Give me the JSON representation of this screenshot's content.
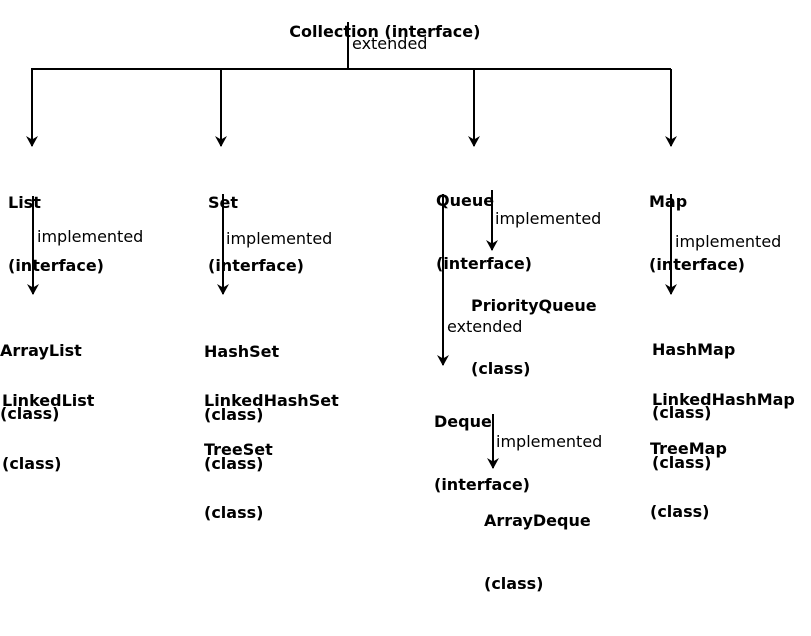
{
  "nodes": {
    "collection": {
      "name": "Collection",
      "kind": "(interface)"
    },
    "list": {
      "name": "List",
      "kind": "(interface)"
    },
    "set": {
      "name": "Set",
      "kind": "(interface)"
    },
    "queue": {
      "name": "Queue",
      "kind": "(interface)"
    },
    "map": {
      "name": "Map",
      "kind": "(interface)"
    },
    "arraylist": {
      "name": "ArrayList",
      "kind": "(class)"
    },
    "linkedlist": {
      "name": "LinkedList",
      "kind": "(class)"
    },
    "hashset": {
      "name": "HashSet",
      "kind": "(class)"
    },
    "linkedhashset": {
      "name": "LinkedHashSet",
      "kind": "(class)"
    },
    "treeset": {
      "name": "TreeSet",
      "kind": "(class)"
    },
    "priorityqueue": {
      "name": "PriorityQueue",
      "kind": "(class)"
    },
    "deque": {
      "name": "Deque",
      "kind": "(interface)"
    },
    "arraydeque": {
      "name": "ArrayDeque",
      "kind": "(class)"
    },
    "hashmap": {
      "name": "HashMap",
      "kind": "(class)"
    },
    "linkedhashmap": {
      "name": "LinkedHashMap",
      "kind": "(class)"
    },
    "treemap": {
      "name": "TreeMap",
      "kind": "(class)"
    }
  },
  "edge_labels": {
    "collection_extended": "extended",
    "list_implemented": "implemented",
    "set_implemented": "implemented",
    "queue_implemented": "implemented",
    "queue_deque_extended": "extended",
    "map_implemented": "implemented",
    "deque_implemented": "implemented"
  },
  "colors": {
    "line": "#000000",
    "text": "#000000",
    "background": "#ffffff"
  }
}
